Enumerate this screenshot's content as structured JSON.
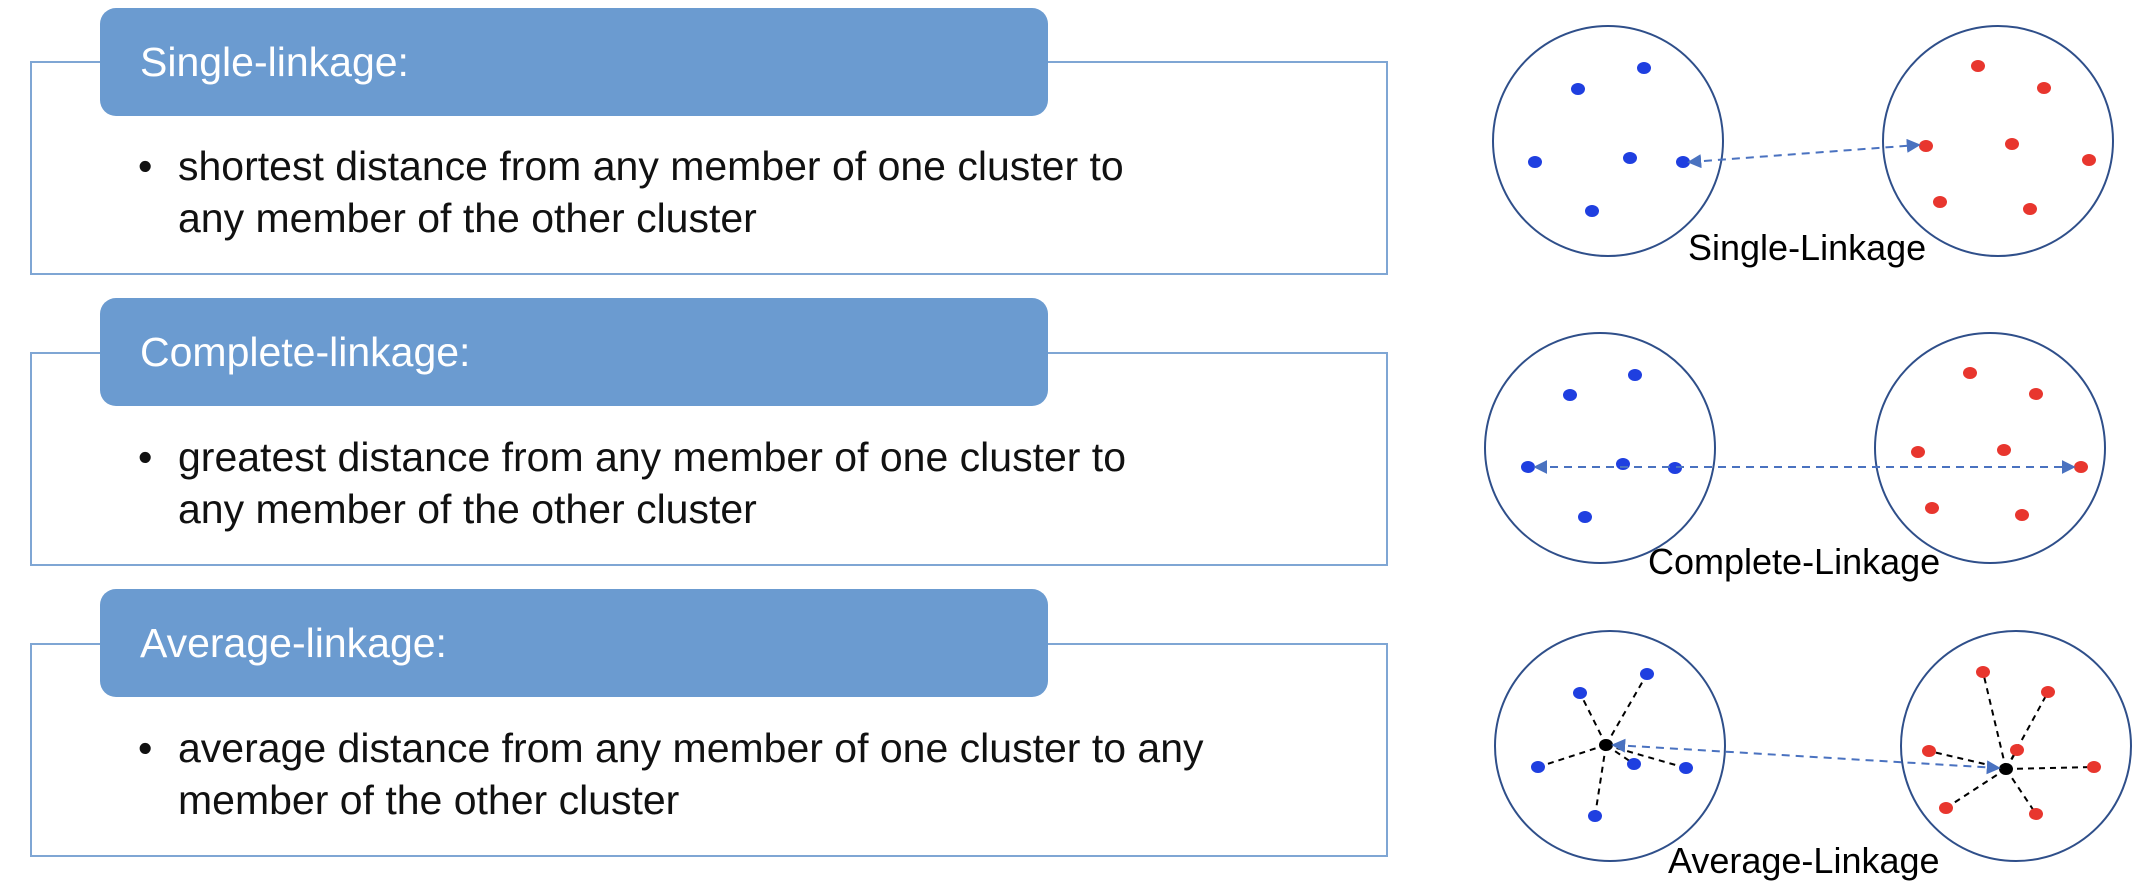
{
  "panels": [
    {
      "header": "Single-linkage:",
      "bullet_line1": "shortest distance from any member of  one cluster to",
      "bullet_line2": "any member of the other  cluster"
    },
    {
      "header": "Complete-linkage:",
      "bullet_line1": "greatest distance from any member of  one cluster to",
      "bullet_line2": "any member of the other  cluster"
    },
    {
      "header": "Average-linkage:",
      "bullet_line1": "average distance from any member of one cluster to any",
      "bullet_line2": "member of the other cluster"
    }
  ],
  "bullet_glyph": "•",
  "diagrams": {
    "single_label": "Single-Linkage",
    "complete_label": "Complete-Linkage",
    "average_label": "Average-Linkage"
  },
  "colors": {
    "header_fill": "#6b9bd0",
    "panel_border": "#7fa6d4",
    "cluster_a": "#1f3fe0",
    "cluster_b": "#e8362e",
    "circle_stroke": "#2f4f8a",
    "arrow": "#4a72c0"
  }
}
